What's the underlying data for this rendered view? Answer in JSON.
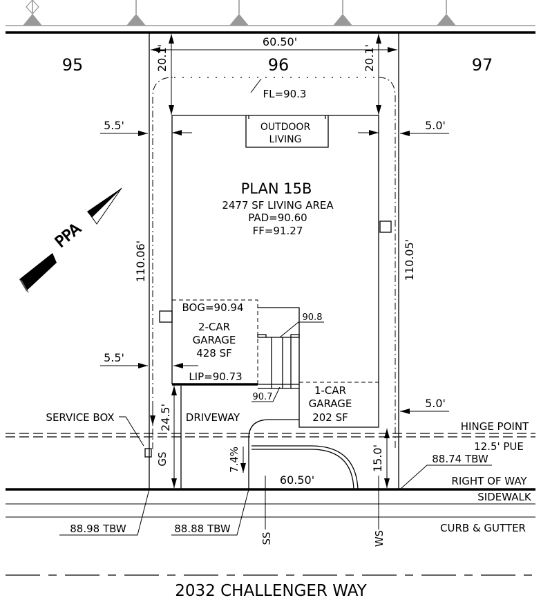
{
  "lots": {
    "left": "95",
    "center": "96",
    "right": "97"
  },
  "dimensions": {
    "frontage_top": "60.50'",
    "frontage_bottom": "60.50'",
    "rear_left": "20.1'",
    "rear_right": "20.1'",
    "side_left_upper": "5.5'",
    "side_left_lower": "5.5'",
    "side_right_upper": "5.0'",
    "side_right_lower": "5.0'",
    "depth_left": "110.06'",
    "depth_right": "110.05'",
    "driveway_depth": "24.5'",
    "front_setback": "15.0'",
    "slope": "7.4%"
  },
  "elevations": {
    "fl": "FL=90.3",
    "bog": "BOG=90.94",
    "lip": "LIP=90.73",
    "step_top": "90.8",
    "step_bottom": "90.7"
  },
  "house": {
    "plan": "PLAN 15B",
    "area": "2477 SF LIVING AREA",
    "pad": "PAD=90.60",
    "ff": "FF=91.27"
  },
  "outdoor_living": {
    "line1": "OUTDOOR",
    "line2": "LIVING"
  },
  "garage2": {
    "line1": "2-CAR",
    "line2": "GARAGE",
    "line3": "428 SF"
  },
  "garage1": {
    "line1": "1-CAR",
    "line2": "GARAGE",
    "line3": "202 SF"
  },
  "labels": {
    "driveway": "DRIVEWAY",
    "service_box": "SERVICE BOX",
    "hinge_point": "HINGE POINT",
    "pue": "12.5' PUE",
    "tbw_right": "88.74 TBW",
    "right_of_way": "RIGHT OF WAY",
    "sidewalk": "SIDEWALK",
    "curb_gutter": "CURB & GUTTER",
    "tbw_left": "88.98 TBW",
    "tbw_mid": "88.88 TBW",
    "gs": "GS",
    "ss": "SS",
    "ws": "WS",
    "north": "PPA"
  },
  "street": "2032 CHALLENGER WAY"
}
